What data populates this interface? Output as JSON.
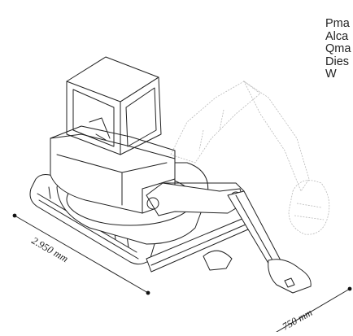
{
  "specs": {
    "lines": [
      "Pma",
      "Alca",
      "Qma",
      "Dies",
      "W"
    ]
  },
  "dimensions": {
    "length_label": "2.950 mm",
    "height_label": "750 mm"
  },
  "colors": {
    "line": "#222222",
    "ghost_line": "#b9b9b9",
    "background": "#ffffff"
  },
  "icons": [
    "mini-excavator-line-drawing"
  ]
}
